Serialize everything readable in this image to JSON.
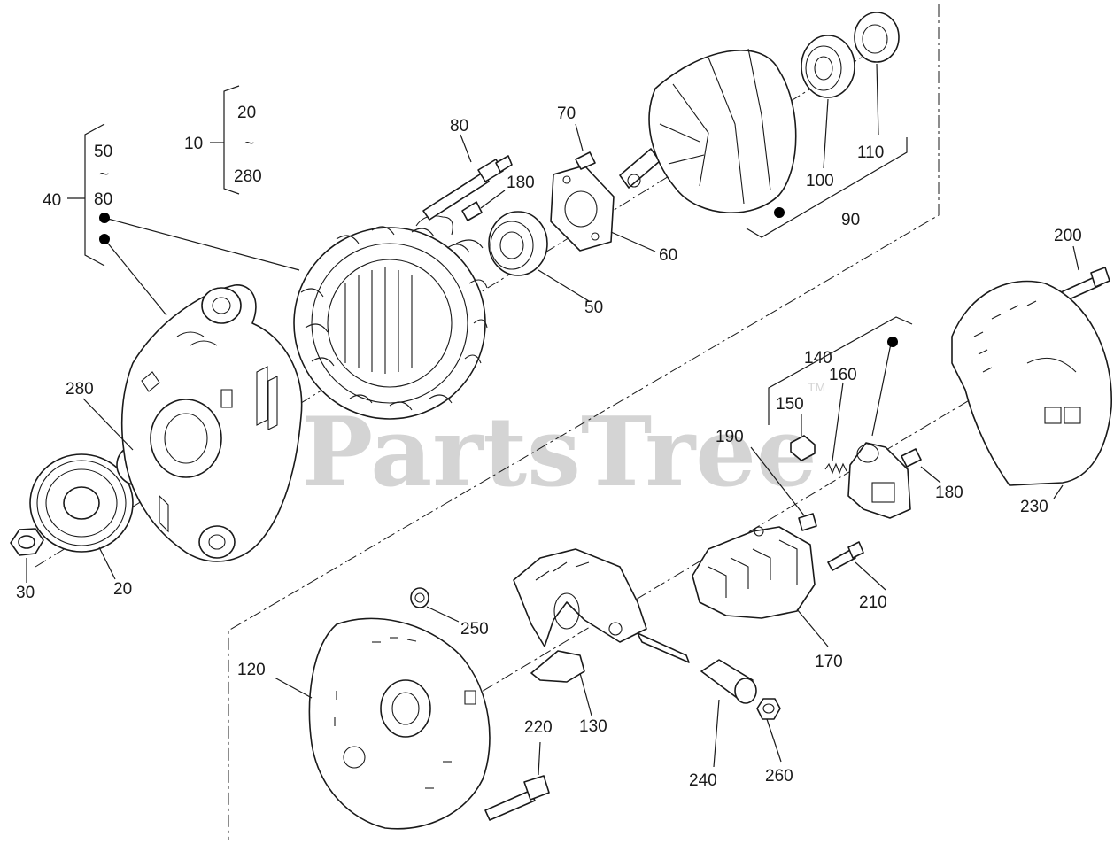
{
  "watermark": {
    "text": "PartsTree",
    "tm": "TM"
  },
  "callouts": {
    "p10": "10",
    "p20a": "20",
    "tilde1": "~",
    "p280a": "280",
    "p40": "40",
    "p50a": "50",
    "tilde2": "~",
    "p80a": "80",
    "p80": "80",
    "p70": "70",
    "p180a": "180",
    "p60": "60",
    "p50": "50",
    "p100": "100",
    "p110": "110",
    "p90": "90",
    "p280": "280",
    "p30": "30",
    "p20": "20",
    "p200": "200",
    "p140": "140",
    "p160": "160",
    "p150": "150",
    "p190": "190",
    "p180b": "180",
    "p230": "230",
    "p210": "210",
    "p170": "170",
    "p250": "250",
    "p120": "120",
    "p130": "130",
    "p220": "220",
    "p240": "240",
    "p260": "260"
  }
}
